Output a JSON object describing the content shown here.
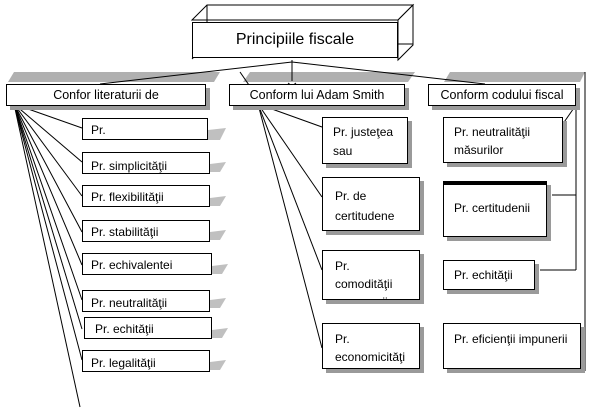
{
  "title": "Principiile fiscale",
  "columns": [
    {
      "header": "Confor literaturii de",
      "items": [
        "Pr.",
        "Pr. simplicităţii",
        "Pr. flexibilităţii",
        "Pr. stabilităţii",
        "Pr. echivalentei",
        "Pr. neutralităţii",
        "Pr. echităţii",
        "Pr. legalităţii"
      ]
    },
    {
      "header": "Conform lui Adam Smith",
      "items": [
        "Pr. justeţea sau",
        "Pr. de certitudene",
        "Pr. comodităţii perceperii",
        "Pr. economicităţi"
      ]
    },
    {
      "header": "Conform codului fiscal",
      "items": [
        "Pr. neutralităţii măsurilor",
        "Pr. certitudenii",
        "Pr. echităţii",
        "Pr. eficienţii impunerii"
      ]
    }
  ]
}
